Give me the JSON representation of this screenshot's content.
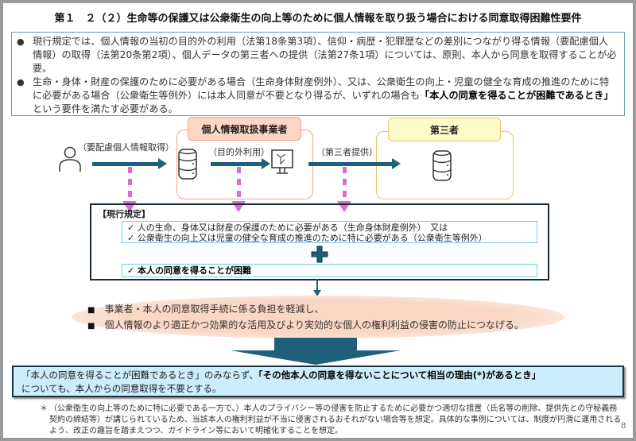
{
  "title": "第１　２（２）生命等の保護又は公衆衛生の向上等のために個人情報を取り扱う場合における同意取得困難性要件",
  "bullets": [
    {
      "text": "現行規定では、個人情報の当初の目的外の利用（法第18条第3項）、信仰・病歴・犯罪歴などの差別につながり得る情報（要配慮個人情報）の取得（法第20条第2項）、個人データの第三者への提供（法第27条1項）については、原則、本人から同意を取得することが必要。"
    },
    {
      "text": "生命・身体・財産の保護のために必要がある場合（生命身体財産例外）、又は、公衆衛生の向上・児童の健全な育成の推進のために特に必要がある場合（公衆衛生等例外）には本人同意が不要となり得るが、いずれの場合も",
      "bold": "「本人の同意を得ることが困難であるとき」",
      "tail": "という要件を満たす必要がある。"
    }
  ],
  "diagram": {
    "business_header": "個人情報取扱事業者",
    "third_party_header": "第三者",
    "flow_labels": [
      "（要配慮個人情報取得）",
      "（目的外利用）",
      "（第三者提供）"
    ]
  },
  "rule": {
    "heading": "【現行規定】",
    "items": [
      "✓ 人の生命、身体又は財産の保護のために必要がある（生命身体財産例外）　又は",
      "✓ 公衆衛生の向上又は児童の健全な育成の推進のために特に必要がある（公衆衛生等例外）"
    ],
    "plus": "+",
    "condition": "✓ 本人の同意を得ることが困難"
  },
  "effects": [
    "事業者・本人の同意取得手続に係る負担を軽減し、",
    "個人情報のより適正かつ効果的な活用及びより実効的な個人の権利利益の侵害の防止につなげる。"
  ],
  "result": {
    "part1": "「本人の同意を得ることが困難であるとき」のみならず、",
    "bold": "「その他本人の同意を得ないことについて相当の理由(*)があるとき」",
    "part2": "についても、本人からの同意取得を不要とする。"
  },
  "footnote": {
    "mark": "＊",
    "text": "（公衆衛生の向上等のために特に必要である一方で、）本人のプライバシー等の侵害を防止するために必要かつ適切な措置（氏名等の削除、提供先との守秘義務契約の締結等）が講じられているため、当該本人の権利利益が不当に侵害されるおそれがない場合等を想定。具体的な事例については、制度が円滑に運用されるよう、改正の趣旨を踏まえつつ、ガイドライン等において明確化することを想定。"
  },
  "page_number": "8"
}
